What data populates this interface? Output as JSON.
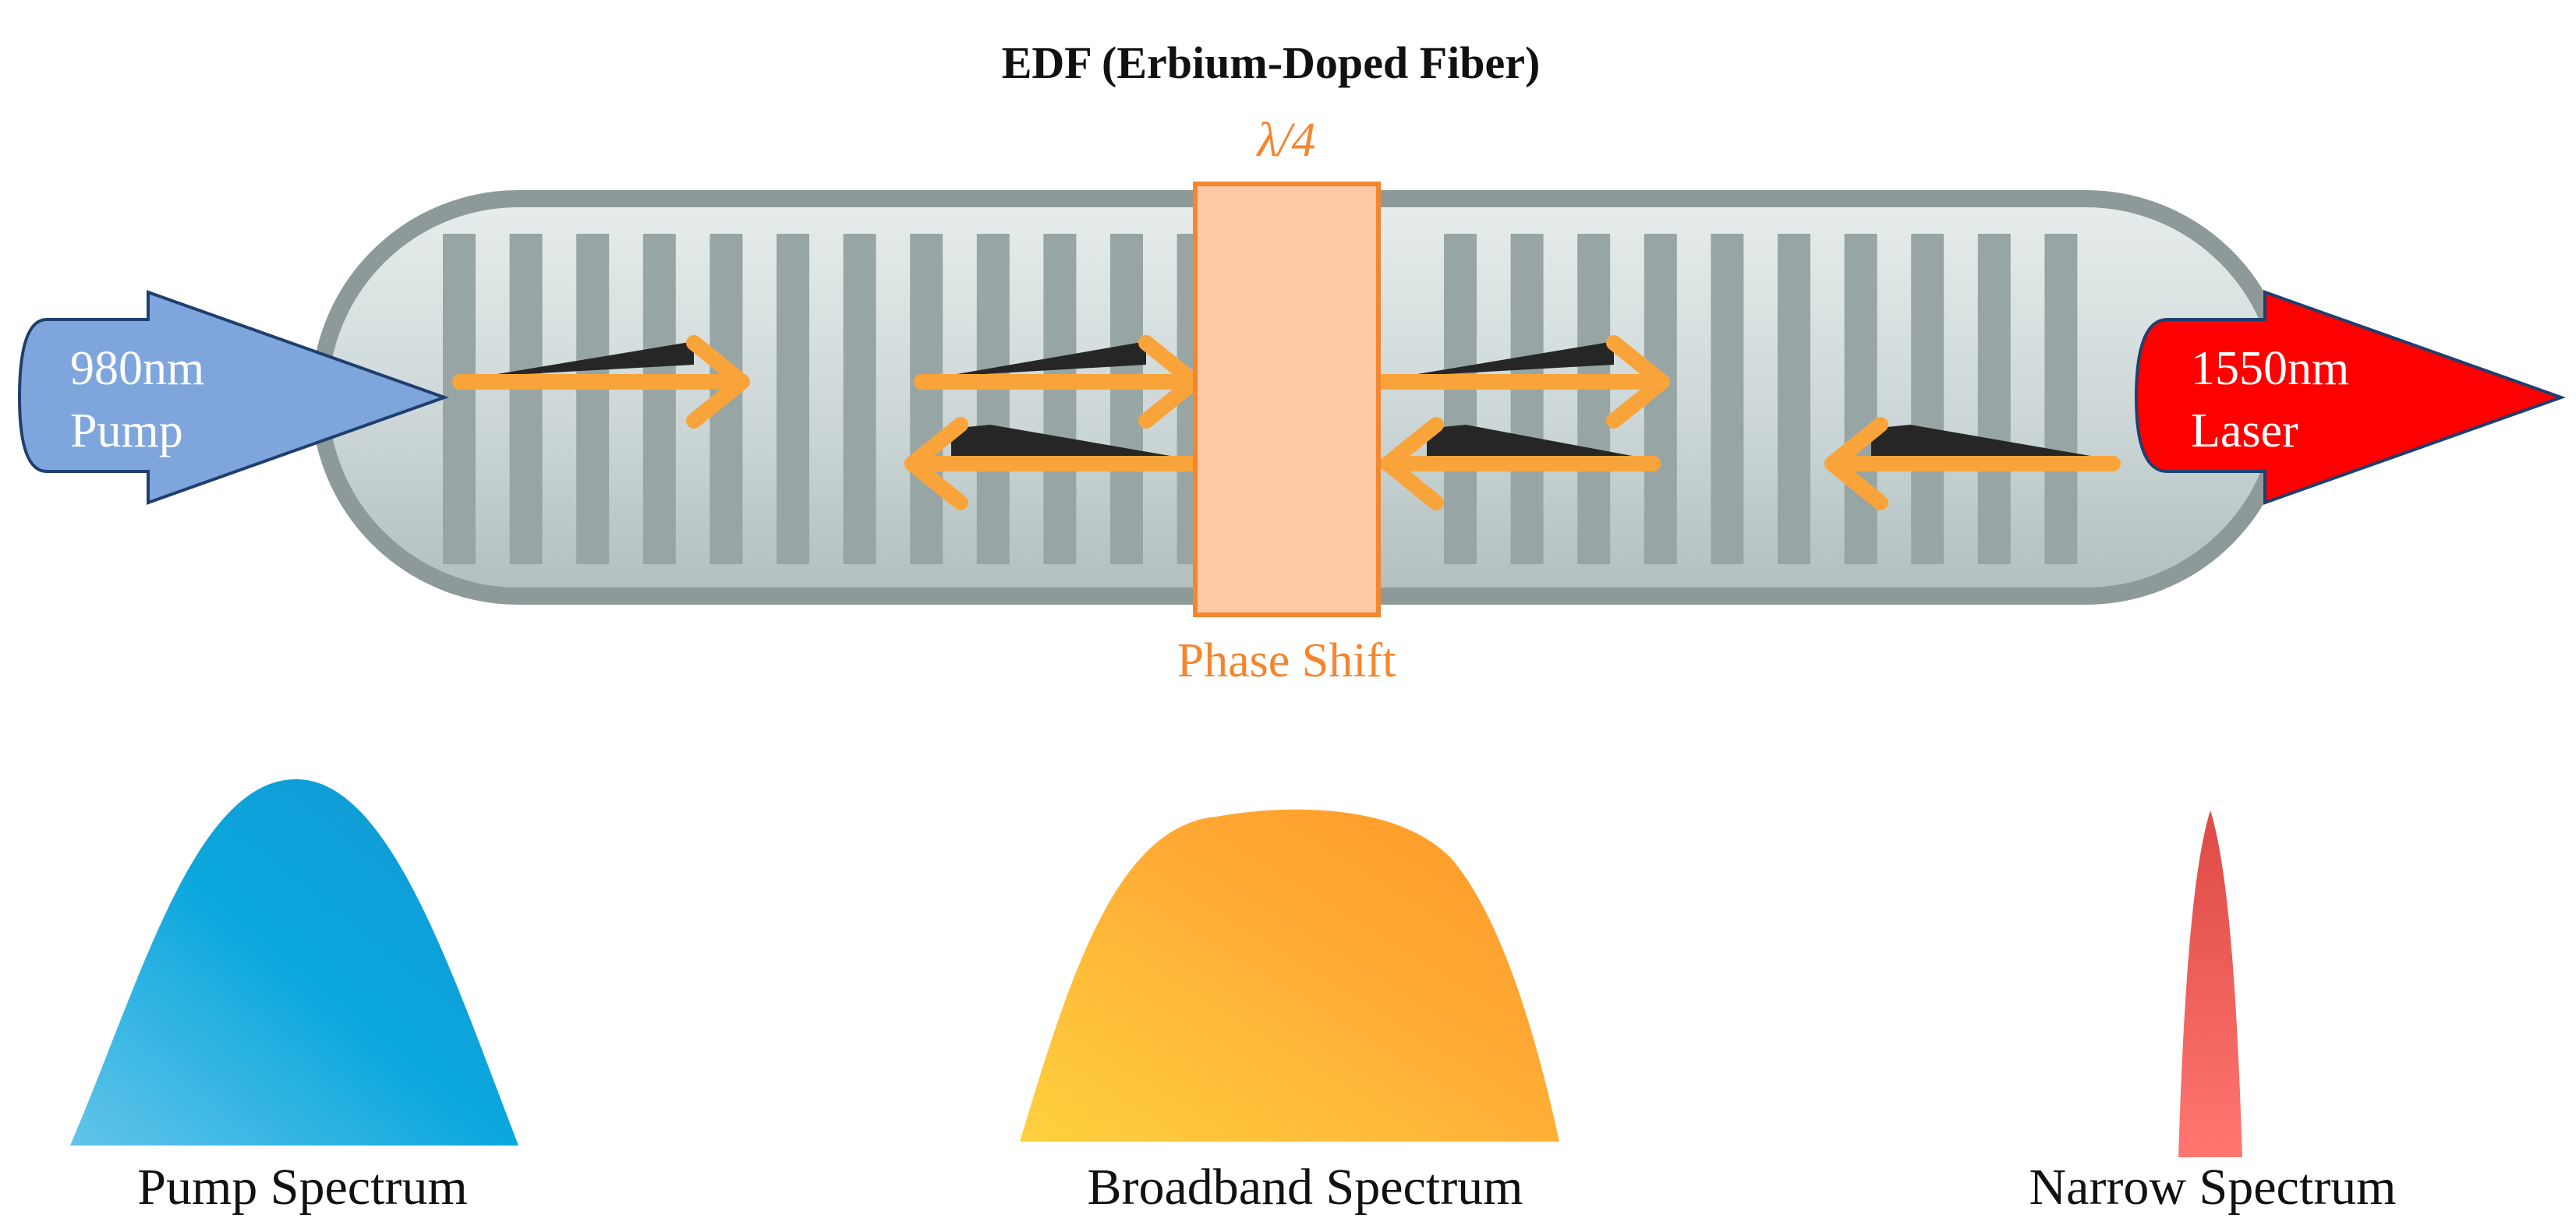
{
  "title": "EDF (Erbium-Doped Fiber)",
  "phase_shift": {
    "top_label": "λ/4",
    "bottom_label": "Phase Shift"
  },
  "pump": {
    "line1": "980nm",
    "line2": "Pump"
  },
  "laser": {
    "line1": "1550nm",
    "line2": "Laser"
  },
  "spectra": {
    "pump": "Pump Spectrum",
    "broadband": "Broadband Spectrum",
    "narrow": "Narrow Spectrum"
  },
  "colors": {
    "accent": "#f4862f",
    "arrow": "#f9a43a",
    "pump_arrow": "#7fa6dc",
    "laser_arrow": "#ff0000",
    "grating": "#97a6a5",
    "phase_shift_fill": "#ffc9a7"
  },
  "icons": {
    "pump": "right-arrow-icon",
    "laser": "right-arrow-icon"
  }
}
